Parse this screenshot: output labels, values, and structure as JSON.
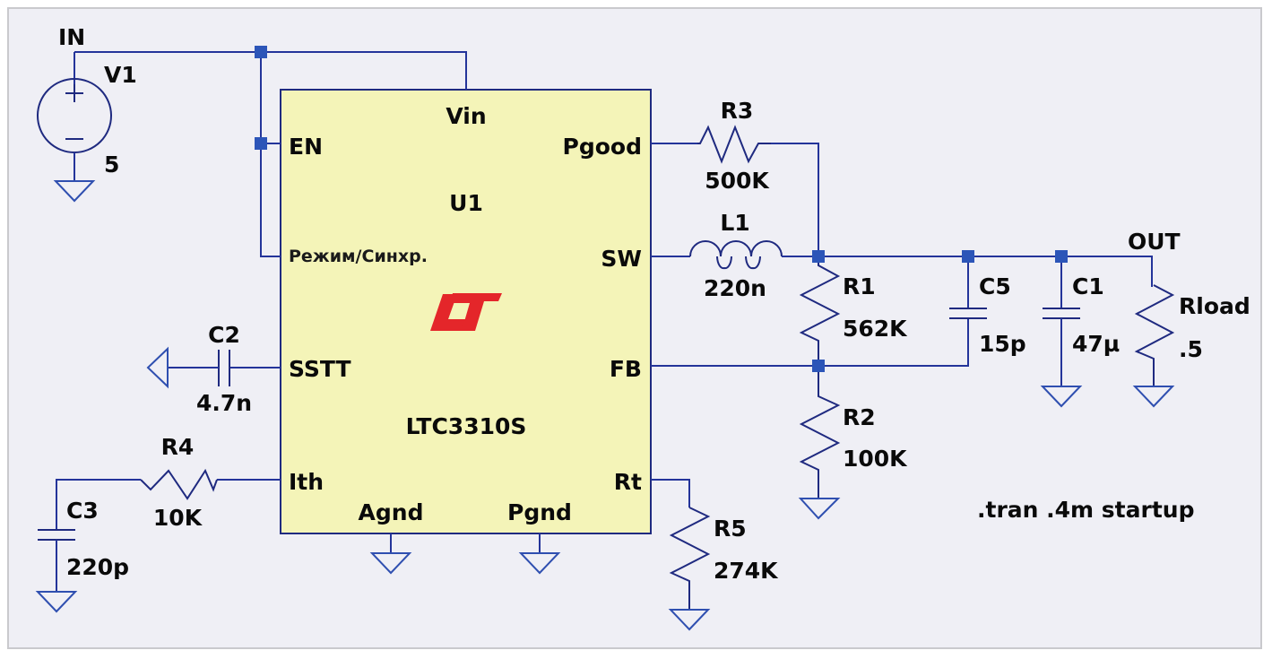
{
  "nets": {
    "in": "IN",
    "out": "OUT"
  },
  "ic": {
    "ref": "U1",
    "part": "LTC3310S",
    "logo": "lt-logo",
    "logo_color": "#e4262a",
    "body_color": "#f4f4b8",
    "pins": {
      "vin": "Vin",
      "en": "EN",
      "pgood": "Pgood",
      "mode": "Режим/Синхр.",
      "sw": "SW",
      "sstt": "SSTT",
      "fb": "FB",
      "ith": "Ith",
      "rt": "Rt",
      "agnd": "Agnd",
      "pgnd": "Pgnd"
    }
  },
  "components": {
    "V1": {
      "ref": "V1",
      "value": "5",
      "type": "voltage-source"
    },
    "R3": {
      "ref": "R3",
      "value": "500K",
      "type": "resistor"
    },
    "L1": {
      "ref": "L1",
      "value": "220n",
      "type": "inductor"
    },
    "R1": {
      "ref": "R1",
      "value": "562K",
      "type": "resistor"
    },
    "R2": {
      "ref": "R2",
      "value": "100K",
      "type": "resistor"
    },
    "C5": {
      "ref": "C5",
      "value": "15p",
      "type": "capacitor"
    },
    "C1": {
      "ref": "C1",
      "value": "47µ",
      "type": "capacitor"
    },
    "Rload": {
      "ref": "Rload",
      "value": ".5",
      "type": "resistor"
    },
    "C2": {
      "ref": "C2",
      "value": "4.7n",
      "type": "capacitor"
    },
    "R4": {
      "ref": "R4",
      "value": "10K",
      "type": "resistor"
    },
    "C3": {
      "ref": "C3",
      "value": "220p",
      "type": "capacitor"
    },
    "R5": {
      "ref": "R5",
      "value": "274K",
      "type": "resistor"
    }
  },
  "directive": ".tran .4m startup",
  "colors": {
    "wire": "#24349a",
    "junction": "#2c55b8",
    "background": "#efeff5"
  }
}
